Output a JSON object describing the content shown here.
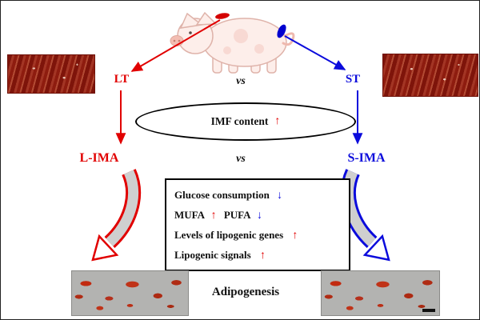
{
  "colors": {
    "red": "#e10000",
    "blue": "#0b0bdc",
    "box_border": "#000000"
  },
  "pig_section": {
    "left_label": "LT",
    "vs": "vs",
    "right_label": "ST"
  },
  "imf_ellipse": {
    "text": "IMF content",
    "arrow": "↑"
  },
  "ima_row": {
    "left": "L-IMA",
    "vs": "vs",
    "right": "S-IMA"
  },
  "findings_box": {
    "glucose_text": "Glucose consumption",
    "glucose_arrow": "↓",
    "mufa_text": "MUFA",
    "mufa_arrow": "↑",
    "pufa_text": "PUFA",
    "pufa_arrow": "↓",
    "lipogenic_genes_text": "Levels of lipogenic genes",
    "lipogenic_genes_arrow": "↑",
    "lipogenic_signals_text": "Lipogenic signals",
    "lipogenic_signals_arrow": "↑"
  },
  "bottom": {
    "label": "Adipogenesis"
  }
}
